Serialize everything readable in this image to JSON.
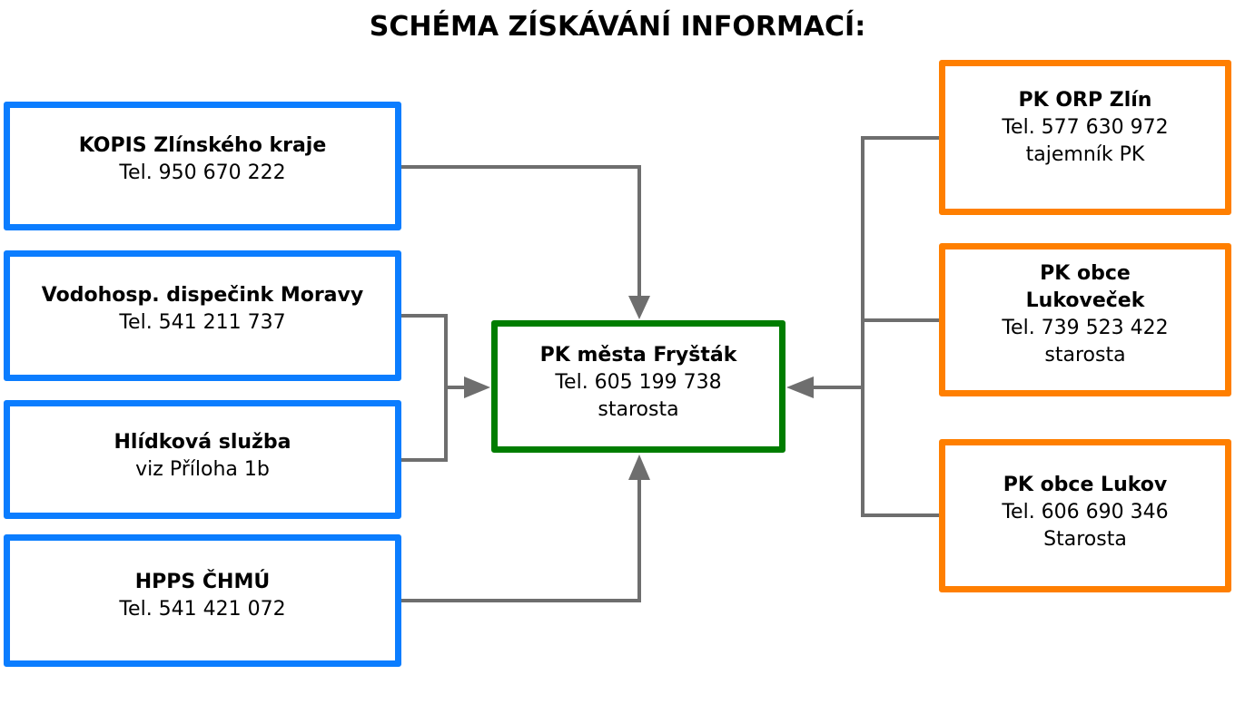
{
  "title": "SCHÉMA ZÍSKÁVÁNÍ INFORMACÍ:",
  "colors": {
    "source_border": "#0b7dff",
    "center_border": "#007d00",
    "peer_border": "#ff7f00",
    "connector": "#6e6e6e"
  },
  "center": {
    "name": "PK města Fryšták",
    "phone": "Tel. 605 199 738",
    "role": "starosta"
  },
  "left_sources": [
    {
      "name": "KOPIS Zlínského kraje",
      "detail": "Tel. 950 670 222"
    },
    {
      "name": "Vodohosp. dispečink Moravy",
      "detail": "Tel. 541 211 737"
    },
    {
      "name": "Hlídková služba",
      "detail": "viz Příloha 1b"
    },
    {
      "name": "HPPS ČHMÚ",
      "detail": "Tel. 541 421 072"
    }
  ],
  "right_sources": [
    {
      "name_lines": [
        "PK ORP Zlín"
      ],
      "phone": "Tel. 577 630 972",
      "role": "tajemník PK"
    },
    {
      "name_lines": [
        "PK obce",
        "Lukoveček"
      ],
      "phone": "Tel. 739 523 422",
      "role": "starosta"
    },
    {
      "name_lines": [
        "PK obce Lukov"
      ],
      "phone": "Tel. 606 690 346",
      "role": "Starosta"
    }
  ]
}
